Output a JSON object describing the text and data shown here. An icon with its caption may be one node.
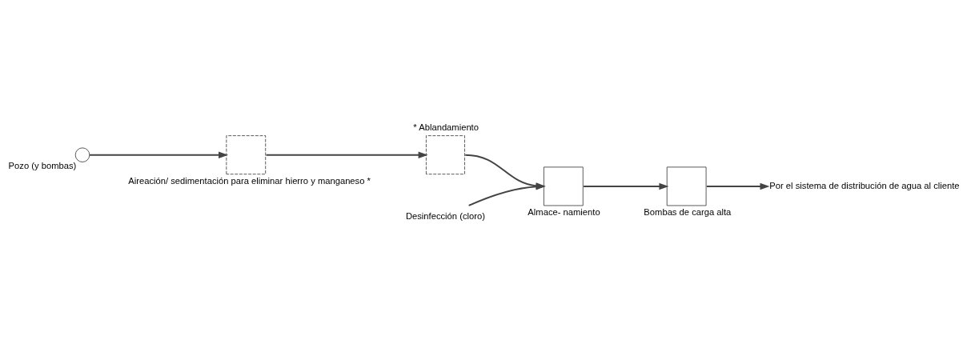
{
  "diagram": {
    "nodes": [
      {
        "text": [],
        "shape": "circle",
        "beside": [
          "Pozo (y bombas)"
        ]
      },
      {
        "text": [
          "Aireación/ sedimentación para eliminar hierro y manganeso *"
        ]
      },
      {
        "text": [
          "* Ablandamiento"
        ]
      },
      {
        "text": [
          "Almace- namiento"
        ]
      },
      {
        "text": [
          "Bombas de carga alta"
        ]
      },
      {
        "text": [
          "Desinfección (cloro)"
        ]
      },
      {
        "text": [
          "Por el sistema de distribución de agua al cliente"
        ]
      }
    ],
    "edges": [
      {
        "from": 0,
        "to": 1,
        "arrow": "to"
      },
      {
        "from": 1,
        "to": 2,
        "arrow": "to"
      },
      {
        "from": 2,
        "to": 3,
        "arrow": "to"
      },
      {
        "from": 5,
        "to": 3,
        "arrow": "to"
      },
      {
        "from": 3,
        "to": 4,
        "arrow": "to"
      },
      {
        "from": 4,
        "to": 6,
        "arrow": "to"
      }
    ]
  }
}
